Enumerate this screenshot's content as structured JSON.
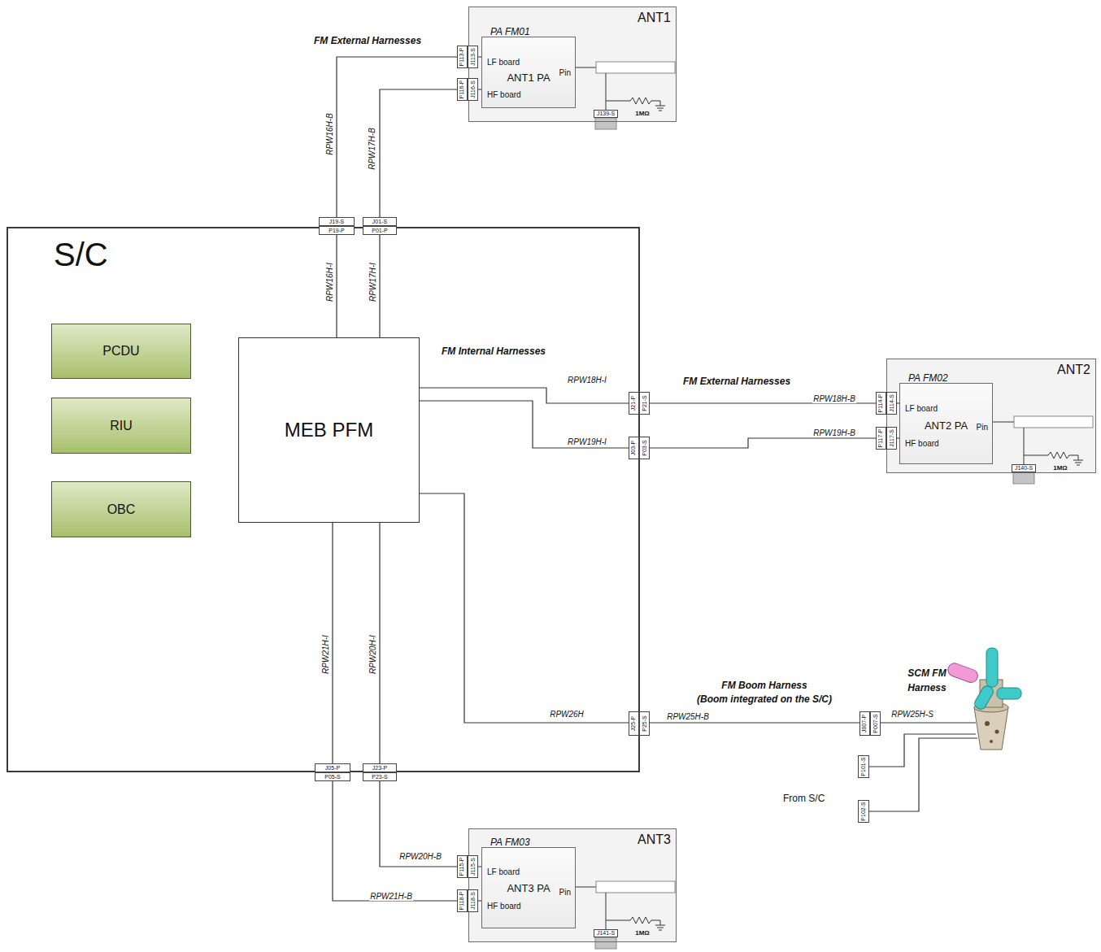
{
  "diagram": {
    "nodes": [
      {
        "text": [
          "ANT1"
        ]
      },
      {
        "text": [
          "PA FM01",
          "LF board",
          "ANT1 PA",
          "Pin",
          "HF board"
        ],
        "in": 0
      },
      {
        "text": [
          "S/C"
        ]
      },
      {
        "text": [
          "PCDU"
        ],
        "in": 2
      },
      {
        "text": [
          "RIU"
        ],
        "in": 2
      },
      {
        "text": [
          "OBC"
        ],
        "in": 2
      },
      {
        "text": [
          "MEB PFM"
        ],
        "in": 2
      },
      {
        "text": [
          "ANT2"
        ]
      },
      {
        "text": [
          "PA FM02",
          "LF board",
          "ANT2 PA",
          "Pin",
          "HF board"
        ],
        "in": 7
      },
      {
        "text": [
          "SCM FM Harness"
        ]
      },
      {
        "text": [
          "ANT3"
        ]
      },
      {
        "text": [
          "PA FM03",
          "LF board",
          "ANT3 PA",
          "Pin",
          "HF board"
        ],
        "in": 10
      }
    ],
    "edges": [
      {
        "from": 6,
        "to": 1,
        "arrow": "none",
        "label": "RPW16H-I"
      },
      {
        "from": 6,
        "to": 1,
        "arrow": "none",
        "label": "RPW17H-I"
      },
      {
        "from": 6,
        "to": 8,
        "arrow": "none",
        "label": "RPW18H-I"
      },
      {
        "from": 6,
        "to": 8,
        "arrow": "none",
        "label": "RPW19H-I"
      },
      {
        "from": 6,
        "to": 9,
        "arrow": "none",
        "label": "RPW26H"
      },
      {
        "from": 6,
        "to": 11,
        "arrow": "none",
        "label": "RPW21H-I"
      },
      {
        "from": 6,
        "to": 11,
        "arrow": "none",
        "label": "RPW20H-I"
      }
    ],
    "labels": [
      "FM External Harnesses",
      "P113-P",
      "J113-S",
      "P116-P",
      "J116-S",
      "J139-S",
      "1MΩ",
      "RPW16H-B",
      "RPW17H-B",
      "J19-S",
      "J01-S",
      "P19-P",
      "P01-P",
      "FM Internal Harnesses",
      "J21-P",
      "P21-S",
      "FM External Harnesses",
      "RPW18H-B",
      "P114-P",
      "J114-S",
      "J03-P",
      "P03-S",
      "RPW19H-B",
      "P117-P",
      "J117-S",
      "J140-S",
      "1MΩ",
      "FM Boom Harness",
      "(Boom integrated on the S/C)",
      "J25-P",
      "P25-S",
      "RPW25H-B",
      "J007-P",
      "P007-S",
      "RPW25H-S",
      "P101-S",
      "From S/C",
      "P102-S",
      "J05-P",
      "J23-P",
      "P05-S",
      "P23-S",
      "RPW20H-B",
      "RPW21H-B",
      "P115-P",
      "J115-S",
      "P118-P",
      "J118-S",
      "J141-S",
      "1MΩ"
    ]
  }
}
